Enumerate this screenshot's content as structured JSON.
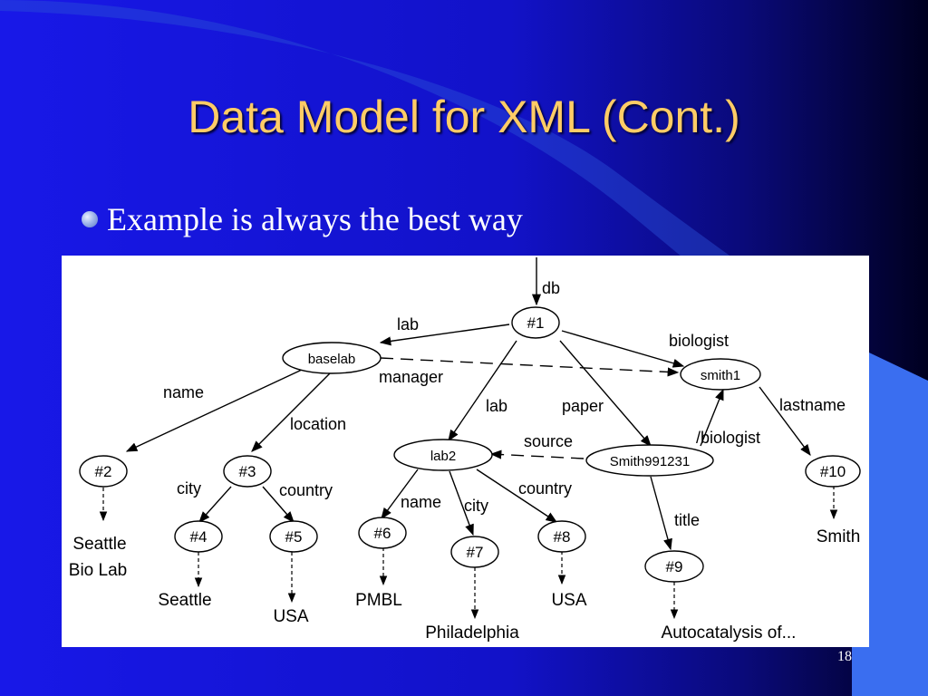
{
  "slide": {
    "title": "Data Model for XML (Cont.)",
    "bullet": "Example is always the best way",
    "slide_number": "18",
    "colors": {
      "background": "#1010dd",
      "title": "#FFCC66",
      "text": "#ffffff"
    }
  },
  "diagram": {
    "nodes": [
      {
        "id": "n1",
        "label": "#1"
      },
      {
        "id": "baselab",
        "label": "baselab"
      },
      {
        "id": "smith1",
        "label": "smith1"
      },
      {
        "id": "n2",
        "label": "#2"
      },
      {
        "id": "n3",
        "label": "#3"
      },
      {
        "id": "lab2",
        "label": "lab2"
      },
      {
        "id": "smith991231",
        "label": "Smith991231"
      },
      {
        "id": "n10",
        "label": "#10"
      },
      {
        "id": "n4",
        "label": "#4"
      },
      {
        "id": "n5",
        "label": "#5"
      },
      {
        "id": "n6",
        "label": "#6"
      },
      {
        "id": "n7",
        "label": "#7"
      },
      {
        "id": "n8",
        "label": "#8"
      },
      {
        "id": "n9",
        "label": "#9"
      }
    ],
    "edge_labels": {
      "db": "db",
      "lab_top": "lab",
      "biologist_top": "biologist",
      "manager": "manager",
      "name_left": "name",
      "location": "location",
      "lab_mid": "lab",
      "paper": "paper",
      "lastname": "lastname",
      "biologist_mid": "/biologist",
      "source": "source",
      "city_left": "city",
      "country_left": "country",
      "name_mid": "name",
      "city_mid": "city",
      "country_mid": "country",
      "title": "title"
    },
    "values": {
      "v2_line1": "Seattle",
      "v2_line2": "Bio Lab",
      "v4": "Seattle",
      "v5": "USA",
      "v6": "PMBL",
      "v7": "Philadelphia",
      "v8": "USA",
      "v9": "Autocatalysis of...",
      "v10": "Smith"
    }
  }
}
